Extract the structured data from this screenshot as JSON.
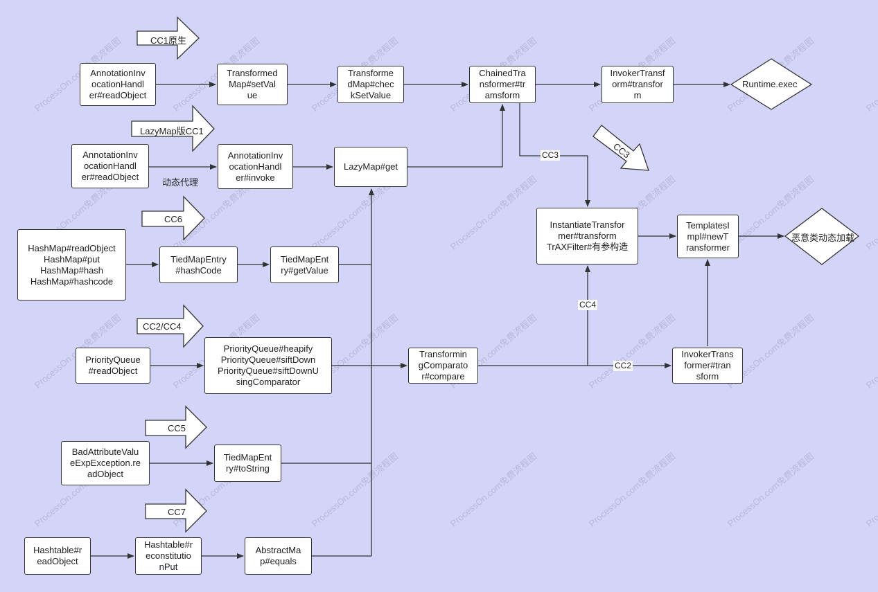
{
  "nodes": {
    "annot1": "AnnotationInv\nocationHandl\ner#readObject",
    "tmap_setvalue": "Transformed\nMap#setVal\nue",
    "tmap_check": "Transforme\ndMap#chec\nkSetValue",
    "chained": "ChainedTra\nnsformer#tr\namsform",
    "invoker_top": "InvokerTransf\norm#transfor\nm",
    "runtime": "Runtime.exec",
    "annot2": "AnnotationInv\nocationHandl\ner#readObject",
    "annot_invoke": "AnnotationInv\nocationHandl\ner#invoke",
    "lazymap": "LazyMap#get",
    "hashmap": "HashMap#readObject\nHashMap#put\nHashMap#hash\nHashMap#hashcode",
    "tied_hash": "TiedMapEntry\n#hashCode",
    "tied_getvalue": "TiedMapEnt\nry#getValue",
    "instantiate": "InstantiateTransfor\nmer#transform\nTrAXFilter#有参构造",
    "templates": "TemplatesI\nmpl#newT\nransformer",
    "malicious": "恶意类动态加载",
    "pq_read": "PriorityQueue\n#readObject",
    "pq_heapify": "PriorityQueue#heapify\nPriorityQueue#siftDown\nPriorityQueue#siftDownU\nsingComparator",
    "tcomp": "Transformin\ngComparato\nr#compare",
    "invoker_bottom": "InvokerTrans\nformer#tran\nsform",
    "badattr": "BadAttributeValu\neExpException.re\nadObject",
    "tied_tostring": "TiedMapEnt\nry#toString",
    "hashtable_read": "Hashtable#r\neadObject",
    "hashtable_recon": "Hashtable#r\neconstitutio\nnPut",
    "abstractmap": "AbstractMa\np#equals"
  },
  "arrows": {
    "cc1": "CC1原生",
    "lazymap_cc1": "LazyMap版CC1",
    "cc3": "CC3",
    "cc6": "CC6",
    "cc2_cc4": "CC2/CC4",
    "cc5": "CC5",
    "cc7": "CC7"
  },
  "edge_labels": {
    "dynamic_proxy": "动态代理",
    "cc3": "CC3",
    "cc4": "CC4",
    "cc2": "CC2"
  },
  "watermark": "ProcessOn.com免费流程图",
  "colors": {
    "background": "#d3d4f8",
    "node_fill": "#ffffff",
    "stroke": "#333333"
  }
}
